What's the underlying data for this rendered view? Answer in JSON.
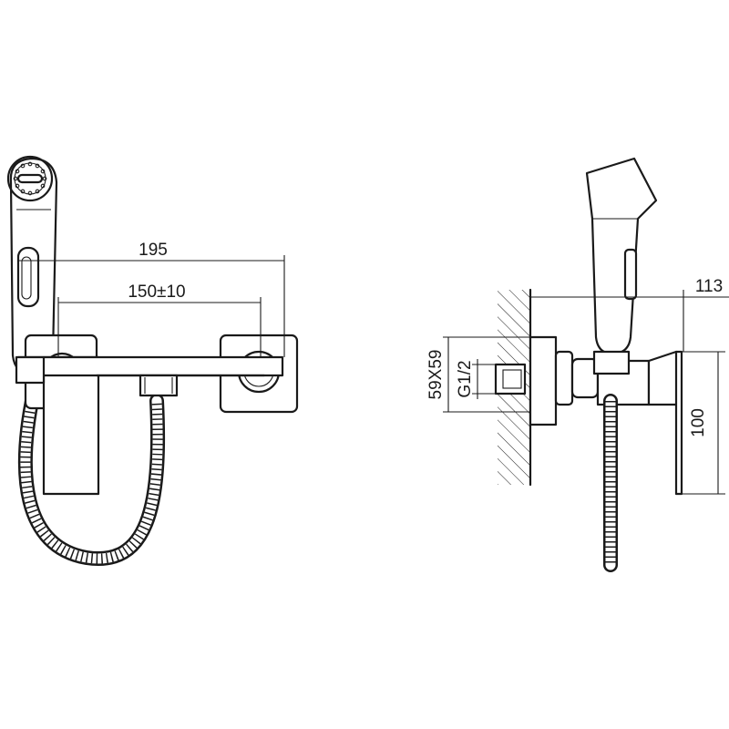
{
  "drawing": {
    "front_view": {
      "dimensions": {
        "overall_width": "195",
        "center_distance": "150±10"
      }
    },
    "side_view": {
      "dimensions": {
        "projection": "113",
        "flange_size": "59X59",
        "thread": "G1/2",
        "height": "100"
      }
    }
  }
}
